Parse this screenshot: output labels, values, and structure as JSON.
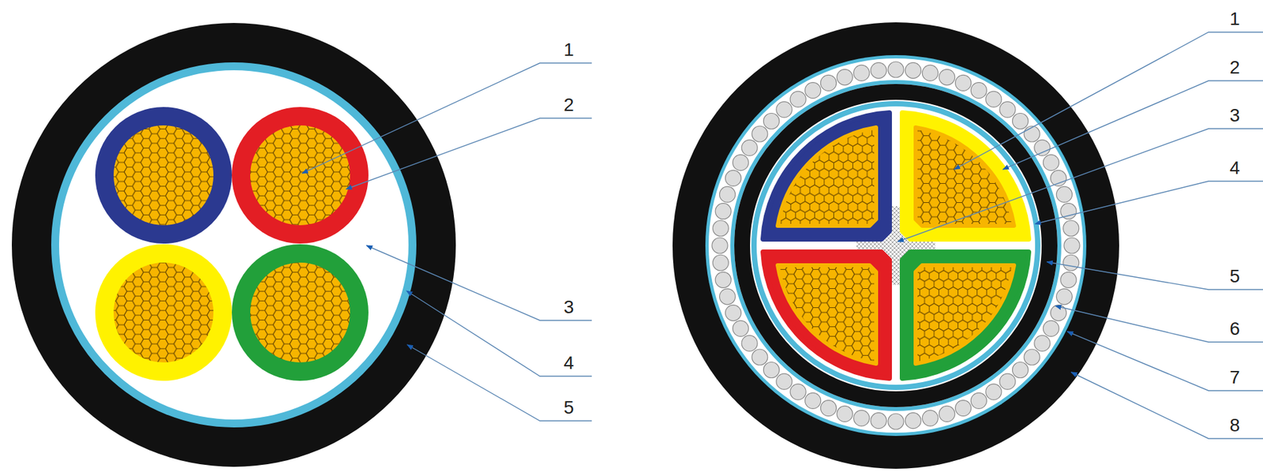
{
  "diagram": {
    "labels": [
      "1",
      "2",
      "3",
      "4",
      "5",
      "1",
      "2",
      "3",
      "4",
      "5",
      "6",
      "7",
      "8"
    ]
  }
}
